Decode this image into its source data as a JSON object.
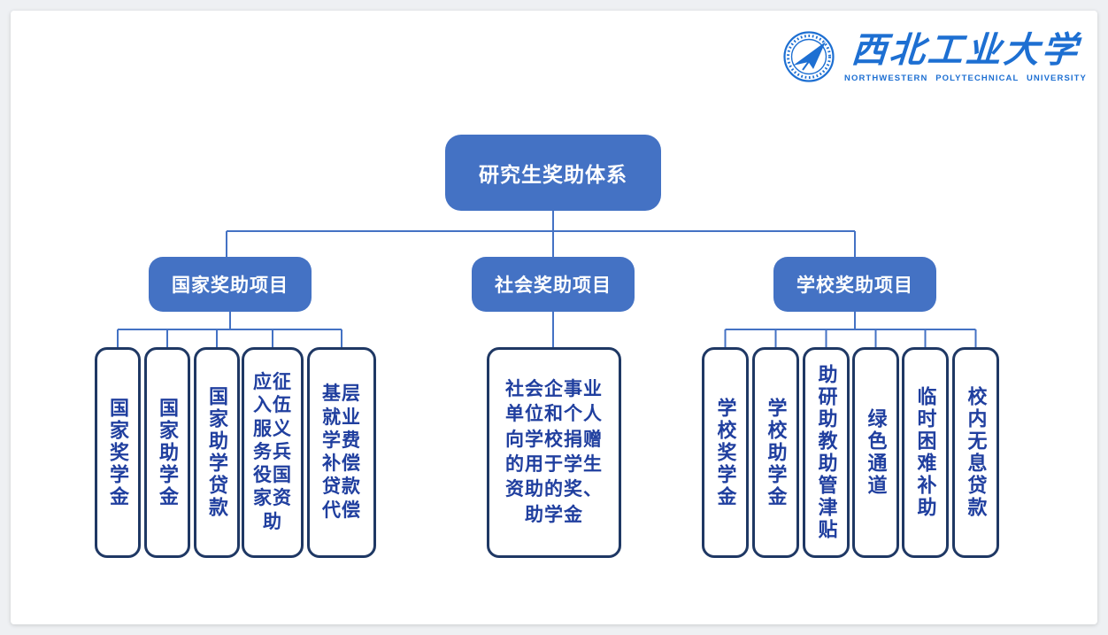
{
  "logo": {
    "university_name_zh": "西北工业大学",
    "university_name_en": "NORTHWESTERN POLYTECHNICAL UNIVERSITY",
    "emblem": "npu-seal-airplane-icon",
    "color": "#1d6fd2"
  },
  "colors": {
    "node_fill": "#4472C4",
    "node_text": "#ffffff",
    "connector": "#4472C4",
    "leaf_border": "#1f3864",
    "leaf_text": "#203f9f"
  },
  "tree": {
    "root": {
      "label": "研究生奖助体系"
    },
    "branches": [
      {
        "label": "国家奖助项目",
        "children": [
          "国家奖学金",
          "国家助学金",
          "国家助学贷款",
          "应征入伍服义务兵役国家资助",
          "基层就业学费补偿贷款代偿"
        ]
      },
      {
        "label": "社会奖助项目",
        "children": [
          "社会企事业单位和个人向学校捐赠的用于学生资助的奖、助学金"
        ]
      },
      {
        "label": "学校奖助项目",
        "children": [
          "学校奖学金",
          "学校助学金",
          "助研助教助管津贴",
          "绿色通道",
          "临时困难补助",
          "校内无息贷款"
        ]
      }
    ]
  }
}
